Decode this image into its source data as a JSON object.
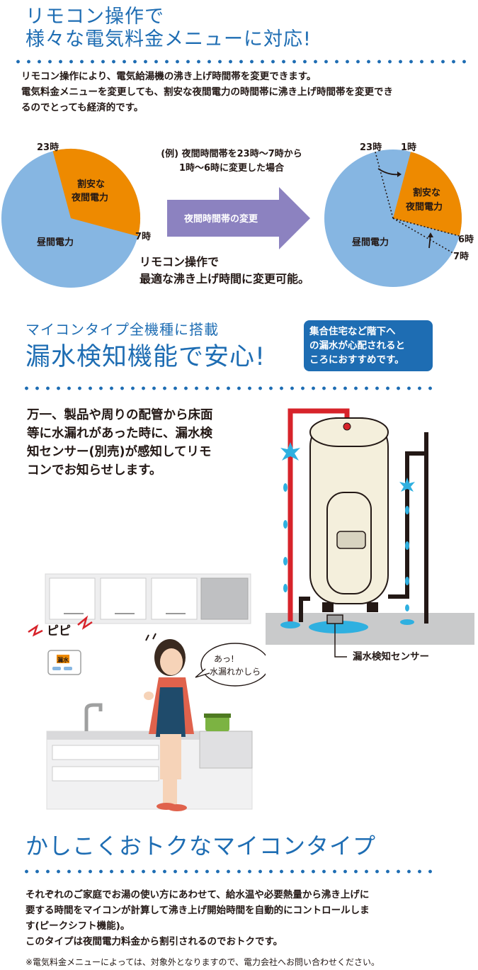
{
  "section1": {
    "title_line1": "リモコン操作で",
    "title_line2": "様々な電気料金メニューに対応!",
    "desc_line1": "リモコン操作により、電気給湯機の沸き上げ時間帯を変更できます。",
    "desc_line2": "電気料金メニューを変更しても、割安な夜間電力の時間帯に沸き上げ時間帯を変更でき",
    "desc_line3": "るのでとっても経済的です。",
    "pie_left": {
      "label_top": "23時",
      "label_right": "7時",
      "night_label_line1": "割安な",
      "night_label_line2": "夜間電力",
      "day_label": "昼間電力"
    },
    "example_line1": "(例) 夜間時間帯を23時〜7時から",
    "example_line2": "1時〜6時に変更した場合",
    "arrow_label": "夜間時間帯の変更",
    "remote_line1": "リモコン操作で",
    "remote_line2": "最適な沸き上げ時間に変更可能。",
    "pie_right": {
      "label_23": "23時",
      "label_1": "1時",
      "label_6": "6時",
      "label_7": "7時",
      "night_label_line1": "割安な",
      "night_label_line2": "夜間電力",
      "day_label": "昼間電力"
    },
    "colors": {
      "night": "#ee8a00",
      "day": "#86b6e2",
      "arrow": "#8c82c0"
    }
  },
  "section2": {
    "subtitle": "マイコンタイプ全機種に搭載",
    "title": "漏水検知機能で安心!",
    "badge_line1": "集合住宅など階下へ",
    "badge_line2": "の漏水が心配されると",
    "badge_line3": "ころにおすすめです。",
    "body_line1": "万一、製品や周りの配管から床面",
    "body_line2": "等に水漏れがあった時に、漏水検",
    "body_line3": "知センサー(別売)が感知してリモ",
    "body_line4": "コンでお知らせします。",
    "sensor_label": "漏水検知センサー",
    "beep_text": "ピピ",
    "speech_line1": "あっ!",
    "speech_line2": "水漏れかしら",
    "remote_screen_text": "漏水"
  },
  "section3": {
    "title": "かしこくおトクなマイコンタイプ",
    "desc_line1": "それぞれのご家庭でお湯の使い方にあわせて、給水温や必要熱量から沸き上げに",
    "desc_line2": "要する時間をマイコンが計算して沸き上げ開始時間を自動的にコントロールしま",
    "desc_line3": "す(ピークシフト機能)。",
    "desc_line4": "このタイプは夜間電力料金から割引されるのでおトクです。",
    "note": "※電気料金メニューによっては、対象外となりますので、電力会社へお問い合わせください。"
  }
}
